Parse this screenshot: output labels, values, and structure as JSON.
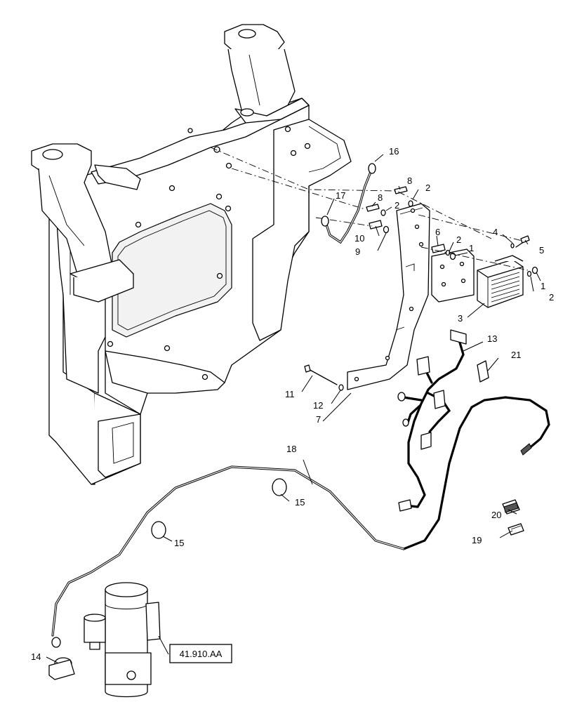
{
  "callouts": {
    "c1a": "1",
    "c1b": "1",
    "c2a": "2",
    "c2b": "2",
    "c2c": "2",
    "c2d": "2",
    "c3": "3",
    "c4": "4",
    "c5": "5",
    "c6": "6",
    "c7": "7",
    "c8a": "8",
    "c8b": "8",
    "c9": "9",
    "c10": "10",
    "c11": "11",
    "c12": "12",
    "c13": "13",
    "c14": "14",
    "c15a": "15",
    "c15b": "15",
    "c16": "16",
    "c17": "17",
    "c18": "18",
    "c19": "19",
    "c20": "20",
    "c21": "21"
  },
  "reference": {
    "label": "41.910.AA"
  }
}
